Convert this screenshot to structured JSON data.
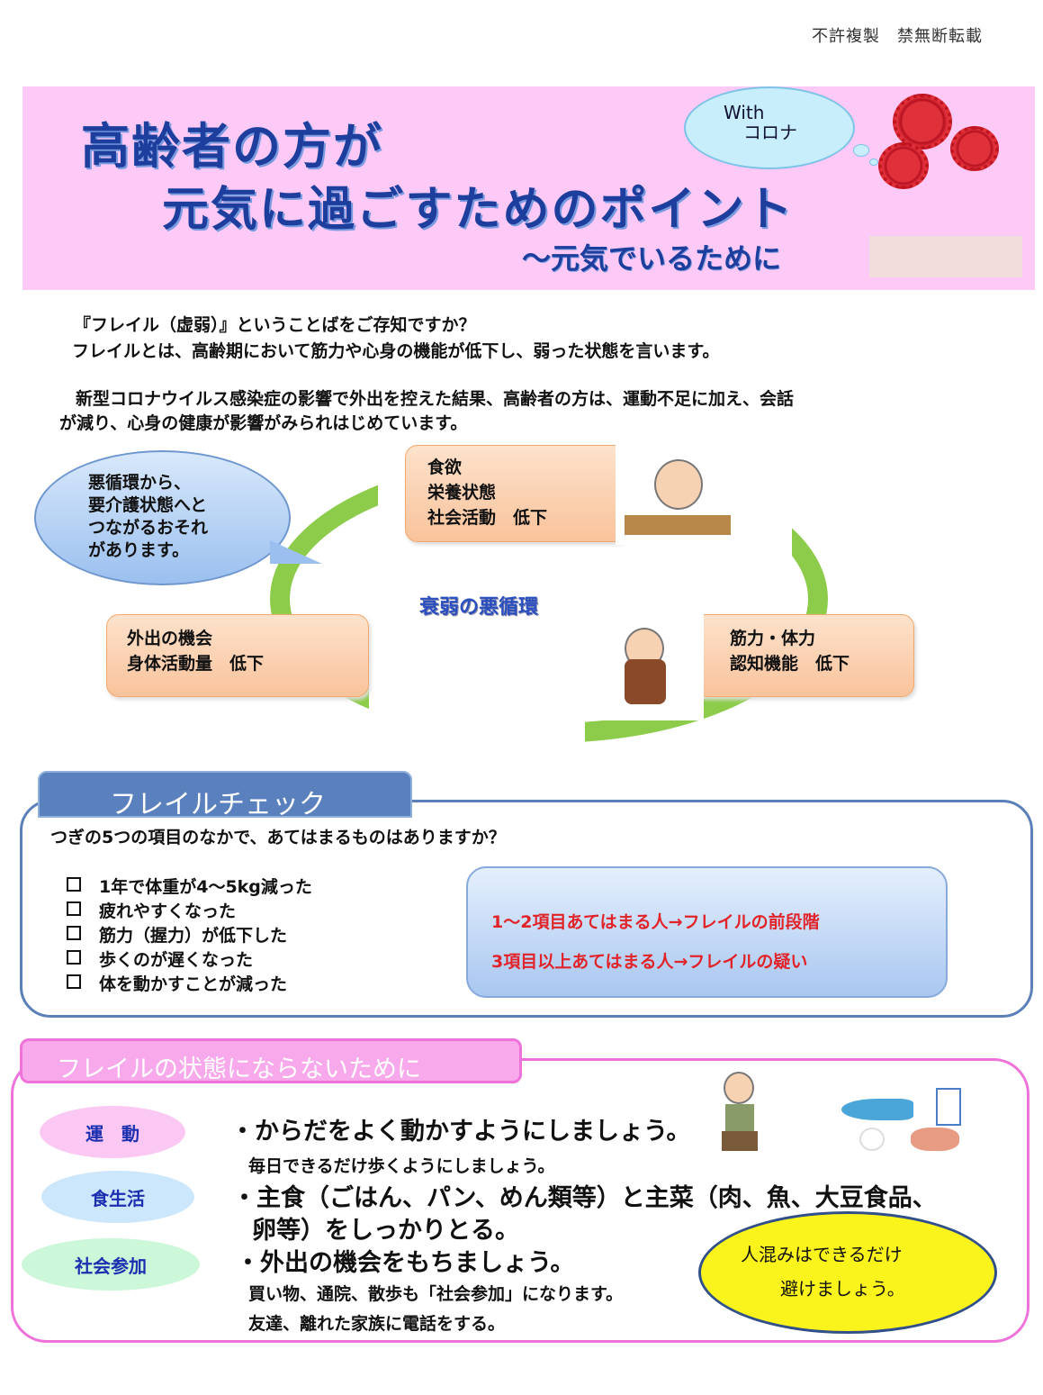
{
  "notice": "不許複製　禁無断転載",
  "header": {
    "title_line1": "高齢者の方が",
    "title_line2": "元気に過ごすためのポイント",
    "subtitle": "～元気でいるために",
    "cloud_line1": "With",
    "cloud_line2": "コロナ"
  },
  "intro": {
    "p1": "『フレイル（虚弱）』ということばをご存知ですか？",
    "p2": "フレイルとは、高齢期において筋力や心身の機能が低下し、弱った状態を言います。",
    "p3": "新型コロナウイルス感染症の影響で外出を控えた結果、高齢者の方は、運動不足に加え、会話",
    "p4": "が減り、心身の健康が影響がみられはじめています。"
  },
  "cycle": {
    "title": "衰弱の悪循環",
    "speech": [
      "悪循環から、",
      "要介護状態へと",
      "つながるおそれ",
      "があります。"
    ],
    "box_top": [
      "食欲",
      "栄養状態",
      "社会活動　低下"
    ],
    "box_right": [
      "筋力・体力",
      "認知機能　低下"
    ],
    "box_left": [
      "外出の機会",
      "身体活動量　低下"
    ]
  },
  "check": {
    "tab": "フレイルチェック",
    "question": "つぎの5つの項目のなかで、あてはまるものはありますか？",
    "items": [
      "1年で体重が4～5kg減った",
      "疲れやすくなった",
      "筋力（握力）が低下した",
      "歩くのが遅くなった",
      "体を動かすことが減った"
    ],
    "result1": "1～2項目あてはまる人→フレイルの前段階",
    "result2": "3項目以上あてはまる人→フレイルの疑い"
  },
  "prevent": {
    "tab": "フレイルの状態にならないために",
    "labels": [
      "運　動",
      "食生活",
      "社会参加"
    ],
    "exercise_main": "・からだをよく動かすようにしましょう。",
    "exercise_sub": "毎日できるだけ歩くようにしましょう。",
    "diet_main1": "・主食（ごはん、パン、めん類等）と主菜（肉、魚、大豆食品、",
    "diet_main2": "卵等）をしっかりとる。",
    "social_main": "・外出の機会をもちましょう。",
    "social_sub1": "買い物、通院、散歩も「社会参加」になります。",
    "social_sub2": "友達、離れた家族に電話をする。",
    "callout1": "人混みはできるだけ",
    "callout2": "避けましょう。"
  }
}
